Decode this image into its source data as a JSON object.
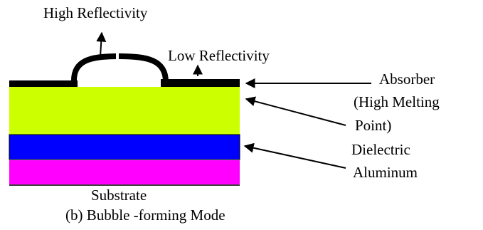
{
  "labels": {
    "high_reflectivity": "High Reflectivity",
    "low_reflectivity": "Low  Reflectivity",
    "absorber": "Absorber",
    "high_melting_point_line1": "(High Melting",
    "high_melting_point_line2": "Point)",
    "dielectric": "Dielectric",
    "aluminum": "Aluminum",
    "substrate": "Substrate",
    "caption": "(b) Bubble -forming Mode"
  },
  "colors": {
    "absorber_layer": "#000000",
    "high_melting_point_layer": "#CCFF00",
    "dielectric_layer": "#0000FF",
    "aluminum_layer": "#FF00FF",
    "substrate_line": "#000000",
    "arrows": "#000000",
    "background": "#FFFFFF"
  }
}
